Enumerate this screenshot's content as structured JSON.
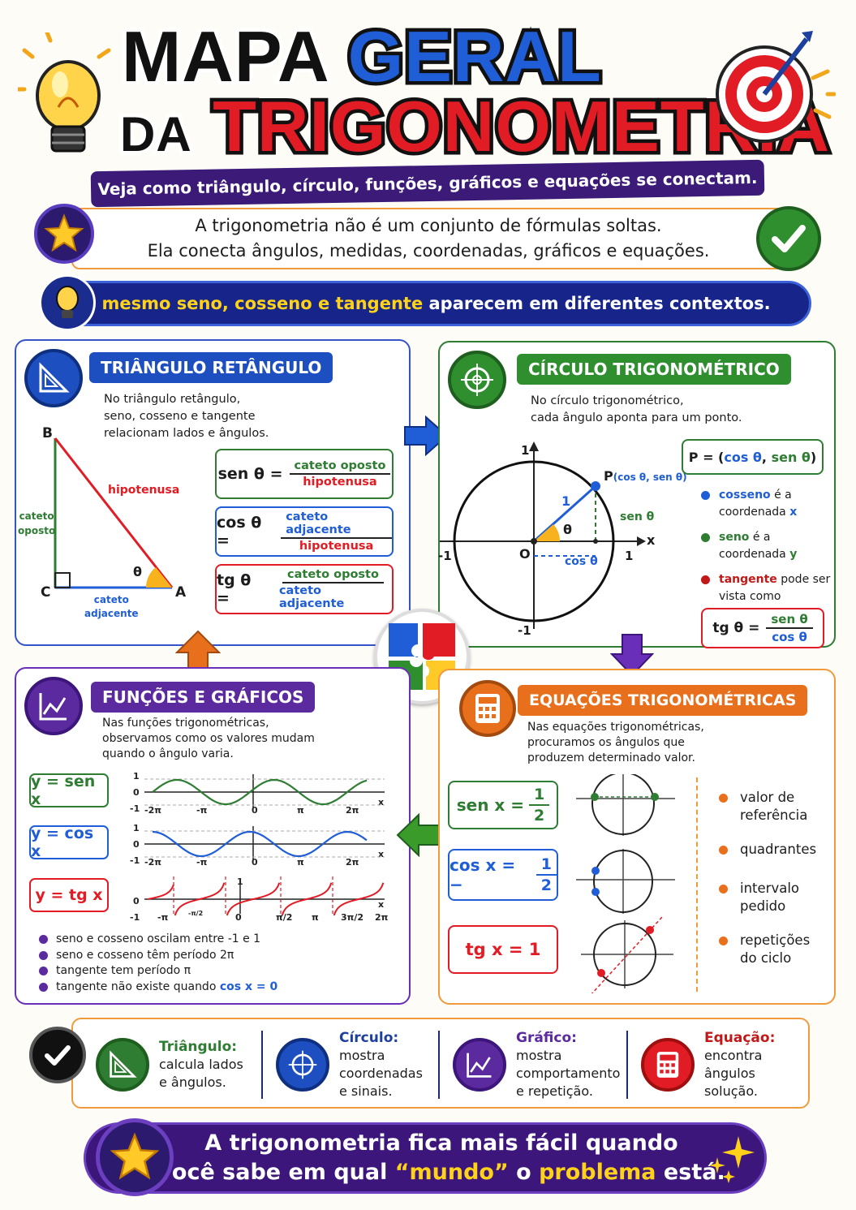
{
  "header": {
    "title_line1a": "MAPA",
    "title_line1b": "GERAL",
    "title_line2a": "DA",
    "title_line2b": "TRIGONOMETRIA",
    "subtitle": "Veja como triângulo, círculo, funções, gráficos e equações se conectam."
  },
  "intro": {
    "line1": "A trigonometria não é um conjunto de fórmulas soltas.",
    "line2": "Ela conecta ângulos, medidas, coordenadas, gráficos e equações."
  },
  "banner": {
    "highlight": "O mesmo seno, cosseno e tangente",
    "rest": " aparecem em diferentes contextos."
  },
  "triangle": {
    "title": "TRIÂNGULO RETÂNGULO",
    "desc1": "No triângulo retângulo,",
    "desc2": "seno, cosseno e tangente",
    "desc3": "relacionam lados e ângulos.",
    "vertex_b": "B",
    "vertex_c": "C",
    "vertex_a": "A",
    "hyp": "hipotenusa",
    "opp1": "cateto",
    "opp2": "oposto",
    "adj1": "cateto",
    "adj2": "adjacente",
    "theta": "θ",
    "sen_lhs": "sen θ =",
    "sen_num": "cateto oposto",
    "sen_den": "hipotenusa",
    "cos_lhs": "cos θ =",
    "cos_num": "cateto adjacente",
    "cos_den": "hipotenusa",
    "tg_lhs": "tg θ =",
    "tg_num": "cateto oposto",
    "tg_den": "cateto adjacente"
  },
  "circle": {
    "title": "CÍRCULO TRIGONOMÉTRICO",
    "desc1": "No círculo trigonométrico,",
    "desc2": "cada ângulo aponta para um ponto.",
    "y_top": "1",
    "y_bot": "-1",
    "x_left": "-1",
    "x_right": "1",
    "origin": "O",
    "x_axis": "x",
    "p_label": "P",
    "p_coords": "(cos θ, sen θ)",
    "radius": "1",
    "theta": "θ",
    "sen": "sen θ",
    "cos": "cos θ",
    "p_box_a": "P = (",
    "p_box_cos": "cos θ",
    "p_box_sep": ", ",
    "p_box_sen": "sen θ",
    "p_box_b": ")",
    "b1_key": "cosseno",
    "b1_a": " é a",
    "b1_b": "coordenada ",
    "b1_var": "x",
    "b2_key": "seno",
    "b2_a": " é a",
    "b2_b": "coordenada ",
    "b2_var": "y",
    "b3_key": "tangente",
    "b3_a": " pode ser",
    "b3_b": "vista como",
    "tg_lhs": "tg θ =",
    "tg_num": "sen θ",
    "tg_den": "cos θ"
  },
  "functions": {
    "title": "FUNÇÕES E GRÁFICOS",
    "desc1": "Nas funções trigonométricas,",
    "desc2": "observamos como os valores mudam",
    "desc3": "quando o ângulo varia.",
    "f1": "y = sen x",
    "f2": "y = cos x",
    "f3": "y = tg x",
    "ticks_a": [
      "-2π",
      "-π",
      "0",
      "π",
      "2π"
    ],
    "ticks_b": [
      "-π",
      "0",
      "π/2",
      "π",
      "3π/2",
      "2π"
    ],
    "tick_b_extra": "-π/2",
    "axis_1": "1",
    "axis_0": "0",
    "axis_m1": "-1",
    "axis_x": "x",
    "notes": [
      {
        "text": "seno e cosseno oscilam entre -1 e 1",
        "hl": ""
      },
      {
        "text": "seno e cosseno têm período 2π",
        "hl": ""
      },
      {
        "text": "tangente tem período π",
        "hl": ""
      },
      {
        "text": "tangente não existe quando ",
        "hl": "cos x = 0"
      }
    ]
  },
  "equations": {
    "title": "EQUAÇÕES TRIGONOMÉTRICAS",
    "desc1": "Nas equações trigonométricas,",
    "desc2": "procuramos os ângulos que",
    "desc3": "produzem determinado valor.",
    "e1_lhs": "sen x =",
    "e1_num": "1",
    "e1_den": "2",
    "e2_lhs": "cos x = −",
    "e2_num": "1",
    "e2_den": "2",
    "e3": "tg x = 1",
    "steps": [
      {
        "l1": "valor de",
        "l2": "referência"
      },
      {
        "l1": "quadrantes",
        "l2": ""
      },
      {
        "l1": "intervalo",
        "l2": "pedido"
      },
      {
        "l1": "repetições",
        "l2": "do ciclo"
      }
    ]
  },
  "summary": [
    {
      "title": "Triângulo:",
      "l1": "calcula lados",
      "l2": "e ângulos.",
      "l3": ""
    },
    {
      "title": "Círculo:",
      "l1": "mostra",
      "l2": "coordenadas",
      "l3": "e sinais."
    },
    {
      "title": "Gráfico:",
      "l1": "mostra",
      "l2": "comportamento",
      "l3": "e repetição."
    },
    {
      "title": "Equação:",
      "l1": "encontra",
      "l2": "ângulos",
      "l3": "solução."
    }
  ],
  "final": {
    "line1": "A trigonometria fica mais fácil quando",
    "l2a": "você sabe em qual ",
    "l2b": "“mundo”",
    "l2c": " o ",
    "l2d": "problema",
    "l2e": " está."
  },
  "colors": {
    "blue": "#1f5ed6",
    "red": "#e21c24",
    "green": "#2e7d32",
    "purple": "#5b2a9e",
    "orange": "#e8701c",
    "yellow": "#ffd21a"
  }
}
